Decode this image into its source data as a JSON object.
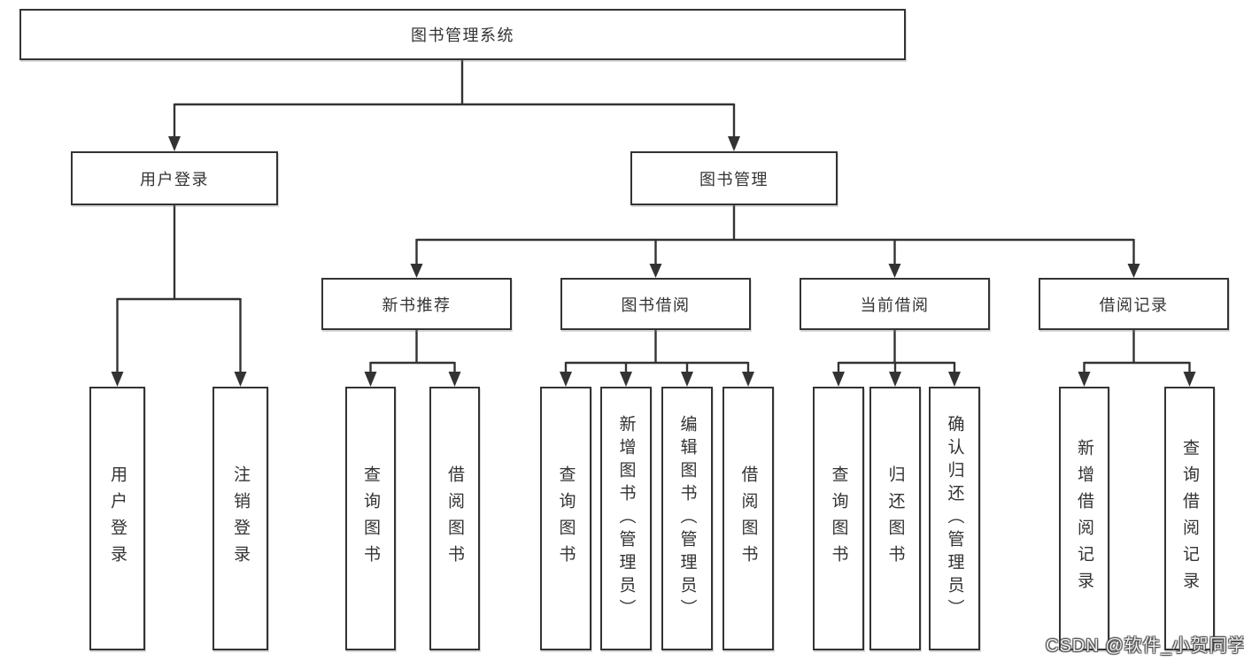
{
  "colors": {
    "line": "#333333",
    "border": "#333333",
    "text": "#333333",
    "bg": "#ffffff",
    "watermark_fill": "#f0f0f0",
    "watermark_shadow": "#4a4a4a"
  },
  "root": {
    "label": "图书管理系统"
  },
  "level2": [
    {
      "label": "用户登录"
    },
    {
      "label": "图书管理"
    }
  ],
  "level3": [
    {
      "label": "新书推荐"
    },
    {
      "label": "图书借阅"
    },
    {
      "label": "当前借阅"
    },
    {
      "label": "借阅记录"
    }
  ],
  "leaves": {
    "user_login": [
      "用户登录",
      "注销登录"
    ],
    "new_book": [
      "查询图书",
      "借阅图书"
    ],
    "book_borrow": [
      "查询图书",
      "新增图书（管理员）",
      "编辑图书（管理员）",
      "借阅图书"
    ],
    "current_borrow": [
      "查询图书",
      "归还图书",
      "确认归还（管理员）"
    ],
    "borrow_record": [
      "新增借阅记录",
      "查询借阅记录"
    ]
  },
  "watermark": "CSDN @软件_小贺同学"
}
